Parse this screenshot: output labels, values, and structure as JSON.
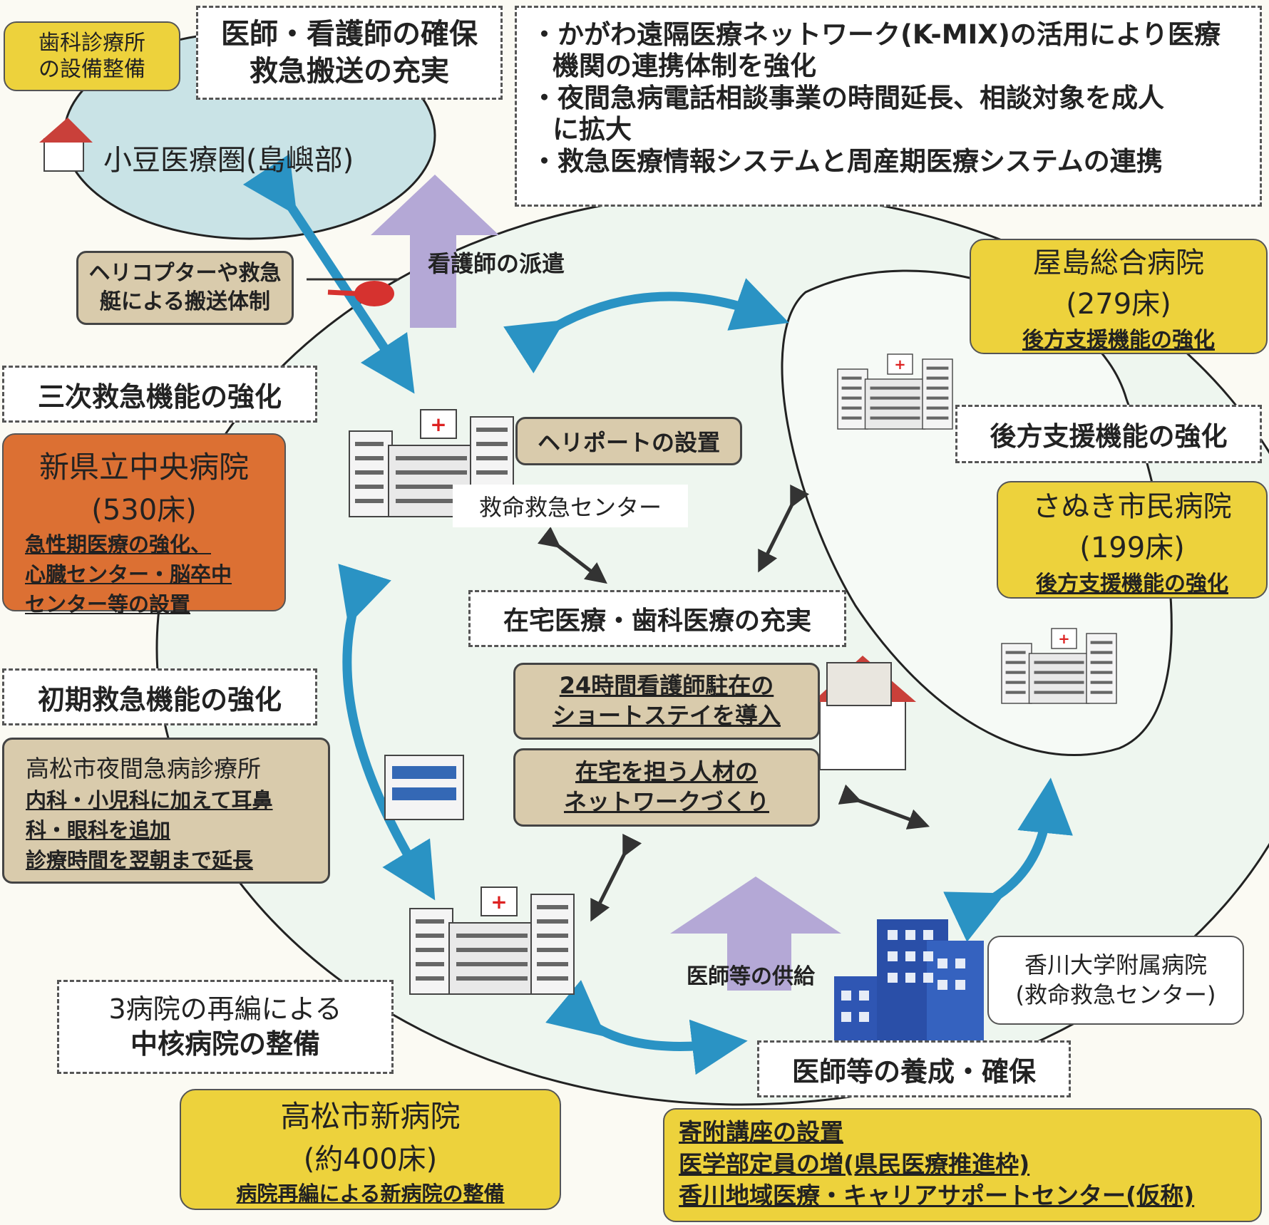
{
  "shodo": {
    "dental_callout": "歯科診療所\nの設備整備",
    "region": "小豆医療圏(島嶼部)",
    "doctors_box": [
      "医師・看護師の確保",
      "救急搬送の充実"
    ],
    "nurse_dispatch": "看護師の派遣",
    "heli_callout": [
      "ヘリコプターや救急",
      "艇による搬送体制"
    ]
  },
  "network_box": [
    "・かがわ遠隔医療ネットワーク(K-MIX)の活用により医療",
    "機関の連携体制を強化",
    "・夜間急病電話相談事業の時間延長、相談対象を成人",
    "に拡大",
    "・救急医療情報システムと周産期医療システムの連携"
  ],
  "yashima": {
    "name": "屋島総合病院",
    "beds": "(279床)",
    "note": "後方支援機能の強化"
  },
  "sanuki": {
    "name": "さぬき市民病院",
    "beds": "(199床)",
    "note": "後方支援機能の強化"
  },
  "back_support": "後方支援機能の強化",
  "tertiary": {
    "label": "三次救急機能の強化",
    "hospital": "新県立中央病院",
    "beds": "(530床)",
    "notes": [
      "急性期医療の強化、",
      "心臓センター・脳卒中",
      "センター等の設置"
    ]
  },
  "heliport": "ヘリポートの設置",
  "er_center": "救命救急センター",
  "home_care": "在宅医療・歯科医療の充実",
  "short_stay": [
    "24時間看護師駐在の",
    "ショートステイを導入"
  ],
  "network_people": [
    "在宅を担う人材の",
    "ネットワークづくり"
  ],
  "primary": {
    "label": "初期救急機能の強化",
    "clinic": "高松市夜間急病診療所",
    "notes": [
      "内科・小児科に加えて耳鼻",
      "科・眼科を追加",
      "診療時間を翌朝まで延長"
    ]
  },
  "reorg": [
    "3病院の再編による",
    "中核病院の整備"
  ],
  "takamatsu": {
    "name": "高松市新病院",
    "beds": "(約400床)",
    "note": "病院再編による新病院の整備"
  },
  "doctor_supply": "医師等の供給",
  "kagawa_univ": [
    "香川大学附属病院",
    "(救命救急センター)"
  ],
  "training": "医師等の養成・確保",
  "training_items": [
    "寄附講座の設置",
    "医学部定員の増(県民医療推進枠)",
    "香川地域医療・キャリアサポートセンター(仮称)"
  ],
  "colors": {
    "arrow_blue": "#2a93c4",
    "arrow_purple": "#b4a8d6",
    "yellow": "#edd23c",
    "tan": "#d9cbac",
    "orange": "#dc7033"
  }
}
